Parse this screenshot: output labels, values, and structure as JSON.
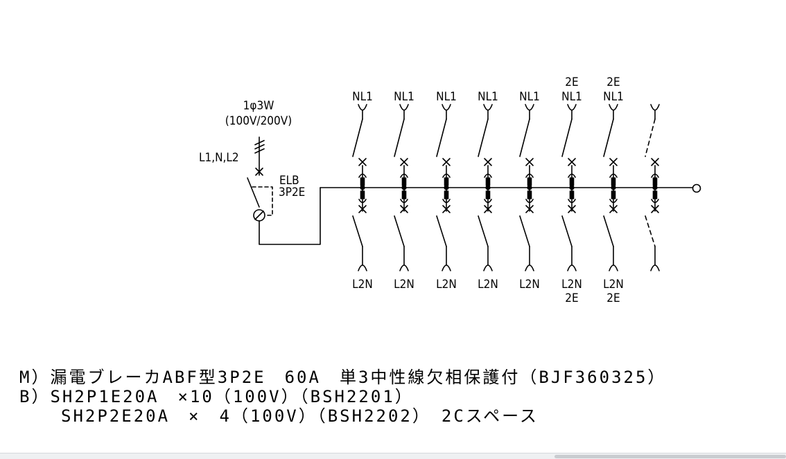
{
  "main_breaker": {
    "supply": "1φ3W",
    "voltage": "(100V/200V)",
    "phases": "L1,N,L2",
    "type": "ELB",
    "poles": "3P2E"
  },
  "branches": [
    {
      "top": [
        "NL1"
      ],
      "bottom": [
        "L2N"
      ],
      "spare": false
    },
    {
      "top": [
        "NL1"
      ],
      "bottom": [
        "L2N"
      ],
      "spare": false
    },
    {
      "top": [
        "NL1"
      ],
      "bottom": [
        "L2N"
      ],
      "spare": false
    },
    {
      "top": [
        "NL1"
      ],
      "bottom": [
        "L2N"
      ],
      "spare": false
    },
    {
      "top": [
        "NL1"
      ],
      "bottom": [
        "L2N"
      ],
      "spare": false
    },
    {
      "top": [
        "2E",
        "NL1"
      ],
      "bottom": [
        "L2N",
        "2E"
      ],
      "spare": false
    },
    {
      "top": [
        "2E",
        "NL1"
      ],
      "bottom": [
        "L2N",
        "2E"
      ],
      "spare": false
    },
    {
      "top": [],
      "bottom": [],
      "spare": true
    }
  ],
  "spec": {
    "line_m": "M）漏電ブレーカABF型3P2E　60A　単3中性線欠相保護付（BJF360325）",
    "line_b1": "B）SH2P1E20A　×10（100V）（BSH2201）",
    "line_b2": "SH2P2E20A　×　4（100V）（BSH2202）　2Cスペース"
  }
}
